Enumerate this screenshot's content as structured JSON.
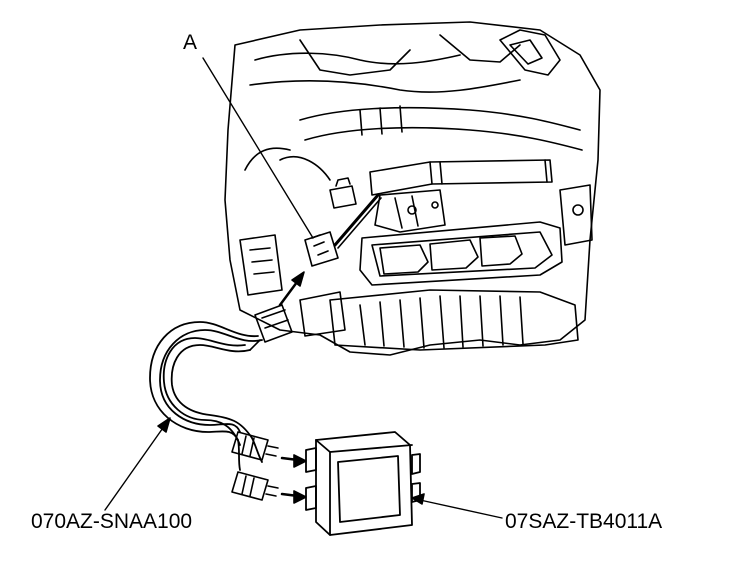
{
  "labels": {
    "callout_a": "A",
    "part_left": "070AZ-SNAA100",
    "part_right": "07SAZ-TB4011A"
  },
  "colors": {
    "ink": "#000000",
    "paper": "#ffffff"
  }
}
